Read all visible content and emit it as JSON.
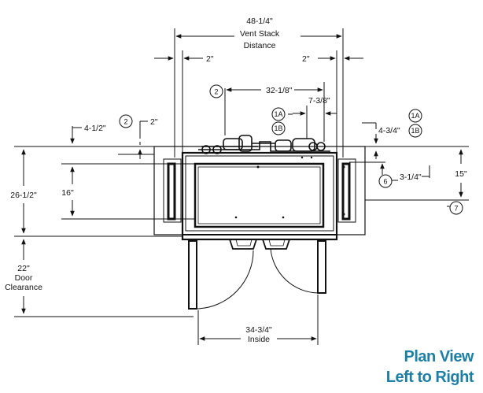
{
  "caption": {
    "line1": "Plan View",
    "line2": "Left to Right",
    "color": "#1c7fa6"
  },
  "dimensions": {
    "vent_stack_value": "48-1/4\"",
    "vent_stack_label_1": "Vent Stack",
    "vent_stack_label_2": "Distance",
    "left_offset": "2\"",
    "right_offset": "2\"",
    "pipe_span": "32-1/8\"",
    "right_inner": "7-3/8\"",
    "left_top": "4-1/2\"",
    "left_small": "2\"",
    "right_top": "4-3/4\"",
    "right_mid": "3-1/4\"",
    "right_depth": "15\"",
    "overall_depth": "26-1/2\"",
    "inner_depth": "16\"",
    "door_value": "22\"",
    "door_label_1": "Door",
    "door_label_2": "Clearance",
    "inside_value": "34-3/4\"",
    "inside_label": "Inside"
  },
  "callouts": {
    "c2_top": "2",
    "c2_left": "2",
    "c1a_left": "1A",
    "c1b_left": "1B",
    "c1a_right": "1A",
    "c1b_right": "1B",
    "c6": "6",
    "c7": "7"
  }
}
